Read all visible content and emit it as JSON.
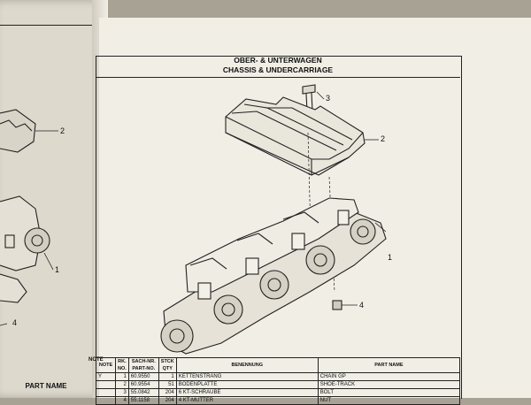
{
  "header": {
    "title_de": "OBER- & UNTERWAGEN",
    "title_en": "CHASSIS & UNDERCARRIAGE"
  },
  "callouts_right": [
    "3",
    "2",
    "1",
    "4"
  ],
  "callouts_left": [
    "2",
    "1",
    "4"
  ],
  "table": {
    "col_note": "NOTE",
    "col_rk": "RK.\nNO.",
    "col_partno": "SACH-NR.\nPART-NO.",
    "col_qty": "STCK\nQTY",
    "col_benennung": "BENENNUNG",
    "col_partname": "PART NAME",
    "rows": [
      {
        "note": "Y",
        "rk": "1",
        "partno": "60.9550",
        "qty": "1",
        "benennung": "KETTENSTRANG",
        "partname": "CHAIN GP"
      },
      {
        "note": "",
        "rk": "2",
        "partno": "60.9554",
        "qty": "51",
        "benennung": "BODENPLATTE",
        "partname": "SHOE-TRACK"
      },
      {
        "note": "",
        "rk": "3",
        "partno": "55.0842",
        "qty": "204",
        "benennung": "6 KT-SCHRAUBE",
        "partname": "BOLT"
      },
      {
        "note": "",
        "rk": "4",
        "partno": "55.1158",
        "qty": "204",
        "benennung": "4 KT-MUTTER",
        "partname": "NUT"
      }
    ]
  },
  "left_page": {
    "part_name_label": "PART NAME",
    "note_label": "NOTE"
  }
}
